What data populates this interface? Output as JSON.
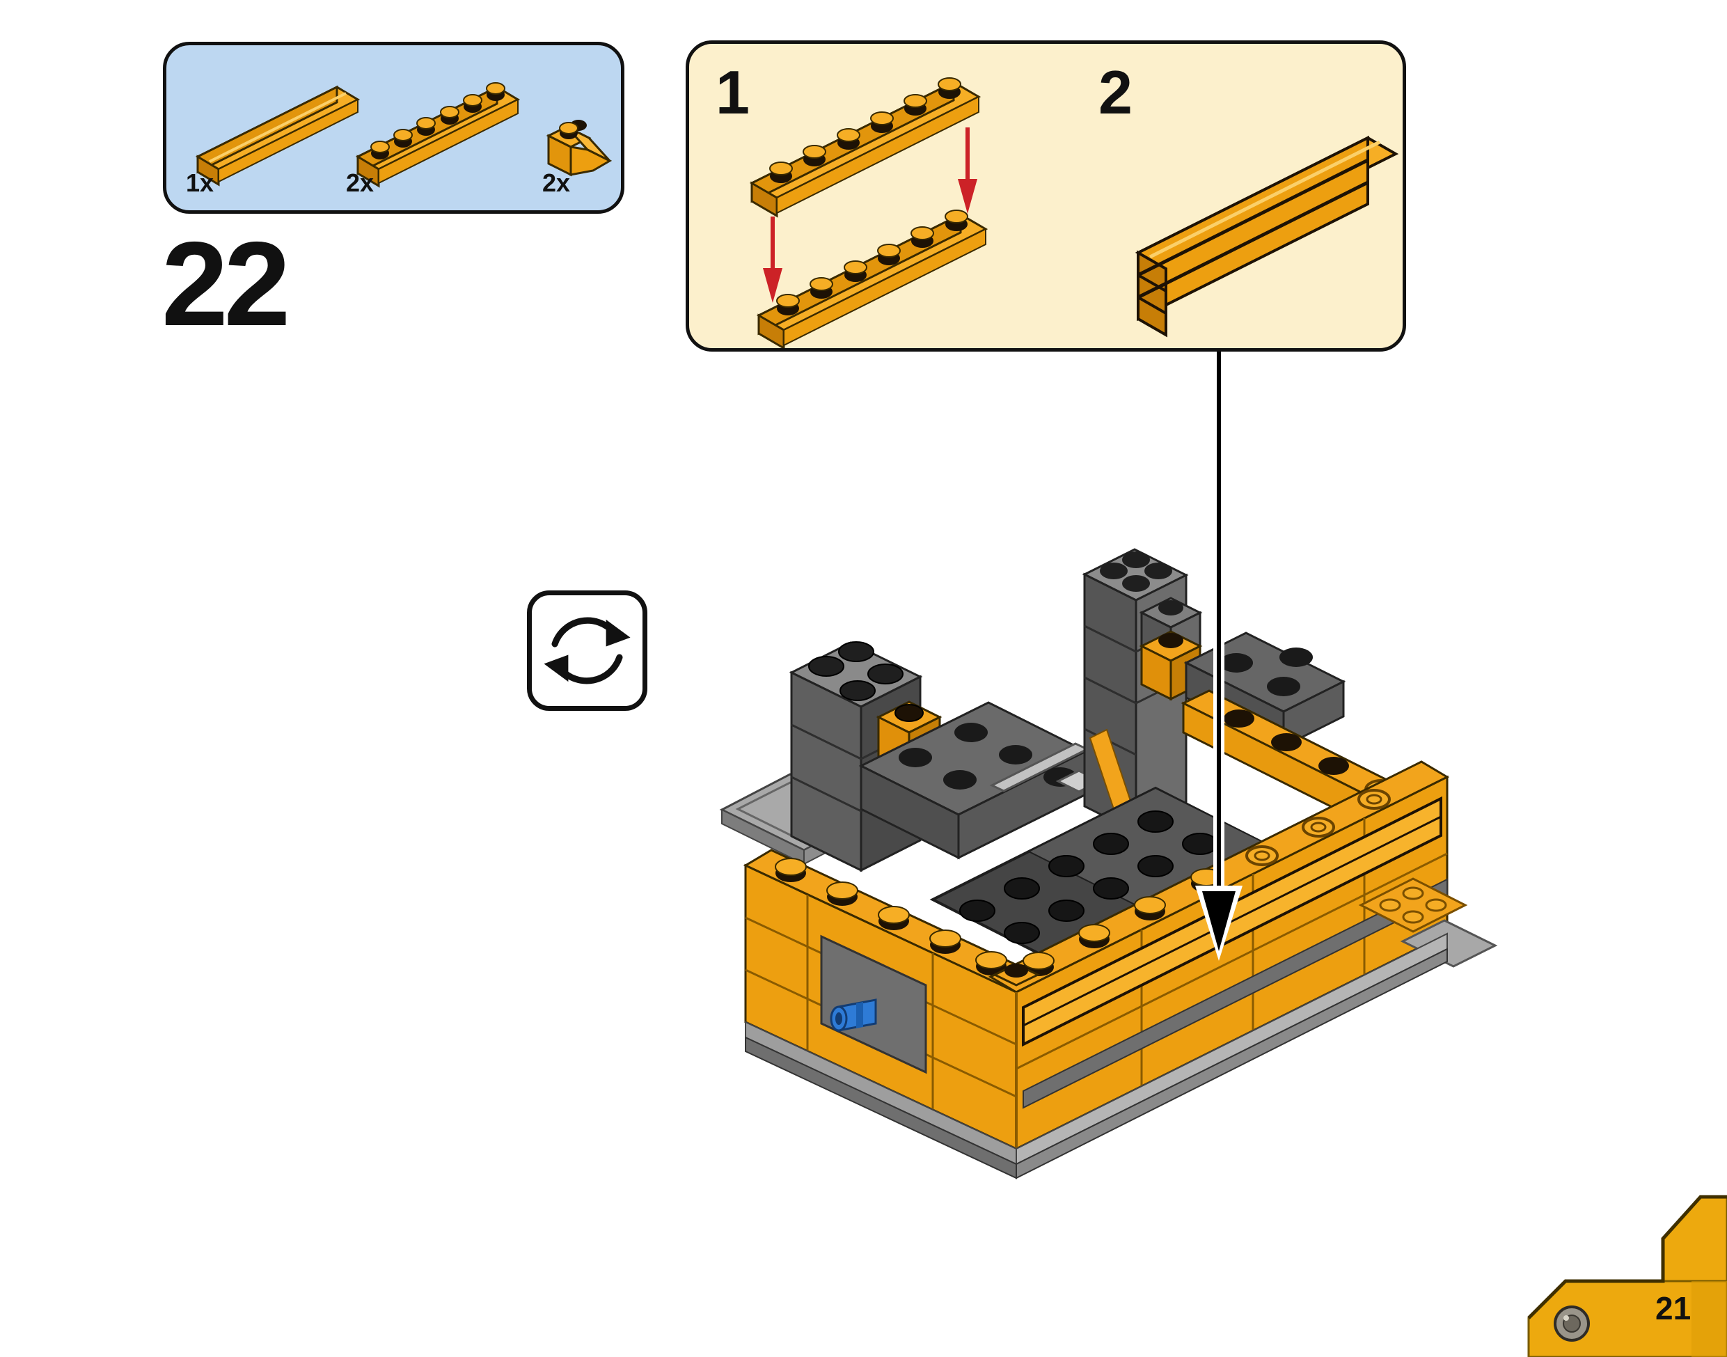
{
  "page": {
    "number": "21"
  },
  "step": {
    "number": "22"
  },
  "parts_box": {
    "background": "#BDD7F1",
    "items": [
      {
        "count": "1x",
        "part": "tile-1x6-yellow"
      },
      {
        "count": "2x",
        "part": "plate-1x6-yellow"
      },
      {
        "count": "2x",
        "part": "slope-brick-1x2-yellow"
      }
    ]
  },
  "substep_box": {
    "background": "#FCF0CC",
    "steps": [
      {
        "label": "1",
        "action": "stack two 1x6 plates (red placement arrows)"
      },
      {
        "label": "2",
        "action": "assembled beam of plates topped with smooth tile"
      }
    ]
  },
  "icons": {
    "rotate": "rotate-model-icon",
    "placement_arrow": "black-down-arrow",
    "red_arrows": "red-placement-arrows",
    "corner_stud": "lego-stud-icon"
  },
  "colors": {
    "brick_yellow": "#F2A41C",
    "brick_yellow_bright": "#F6AE25",
    "brick_yellow_shade": "#E0900A",
    "brick_yellow_dark": "#C67F06",
    "gray_light": "#AFAFAF",
    "gray_mid": "#6D6D6D",
    "gray_dark": "#454545",
    "stud_black": "#1D1205",
    "arrow_red": "#CC2227",
    "pin_blue": "#2E7BD6",
    "corner_yellow": "#EDA90E"
  }
}
